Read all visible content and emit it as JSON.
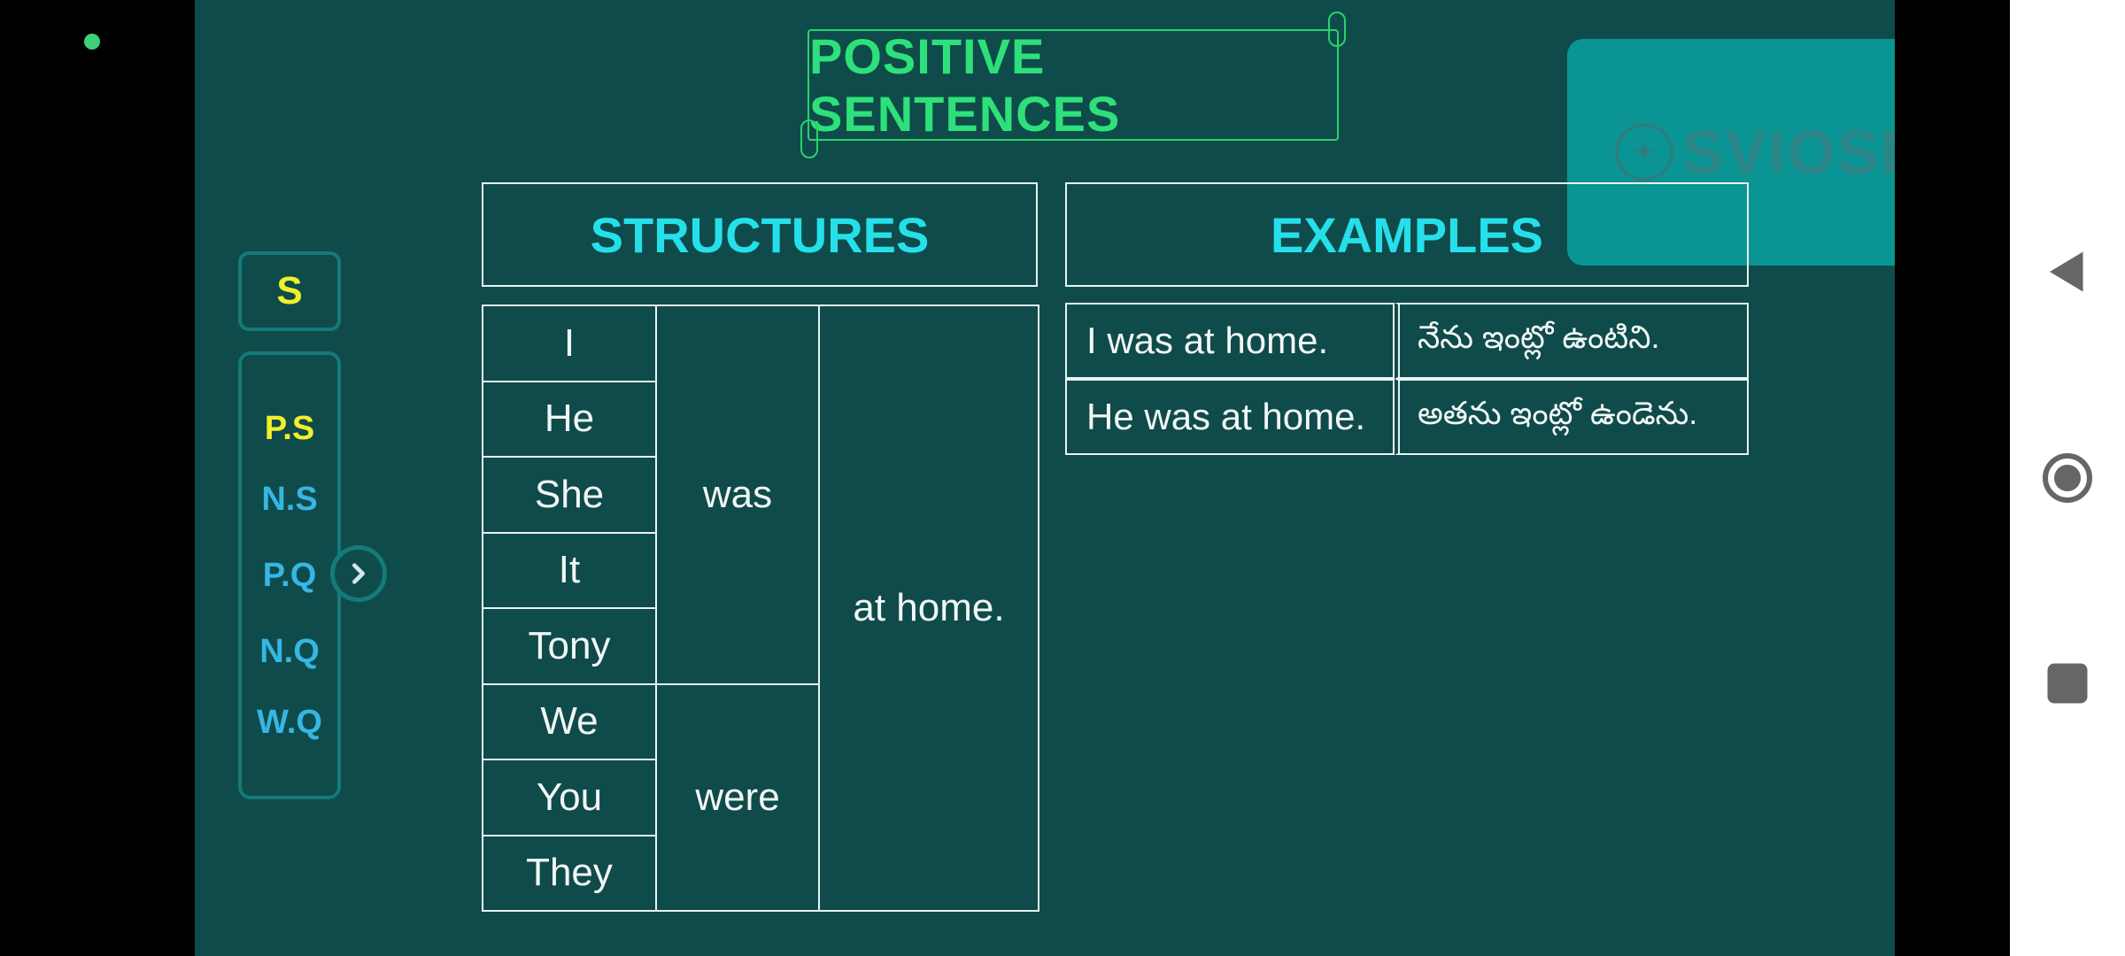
{
  "slide": {
    "title": "POSITIVE SENTENCES",
    "watermark_text": "SVIOSE",
    "structures_header": "STRUCTURES",
    "examples_header": "EXAMPLES",
    "structures": {
      "pronouns": [
        "I",
        "He",
        "She",
        "It",
        "Tony",
        "We",
        "You",
        "They"
      ],
      "verb_singular": "was",
      "verb_plural": "were",
      "complement": "at home."
    },
    "examples": [
      {
        "english": "I was at home.",
        "telugu": "నేను ఇంట్లో ఉంటిని."
      },
      {
        "english": "He was at home.",
        "telugu": "అతను ఇంట్లో ఉండెను."
      }
    ]
  },
  "side_nav": {
    "s_label": "S",
    "items": [
      {
        "label": "P.S",
        "active": true
      },
      {
        "label": "N.S",
        "active": false
      },
      {
        "label": "P.Q",
        "active": false
      },
      {
        "label": "N.Q",
        "active": false
      },
      {
        "label": "W.Q",
        "active": false
      }
    ]
  },
  "icons": {
    "expand": "chevron-right-icon",
    "back": "back-triangle-icon",
    "home": "home-circle-icon",
    "recents": "recents-square-icon"
  },
  "colors": {
    "slide_bg": "#0f4b4a",
    "title": "#2ee07a",
    "header_text": "#25e0ea",
    "active_nav": "#f2ef2a",
    "inactive_nav": "#35b6e4"
  }
}
